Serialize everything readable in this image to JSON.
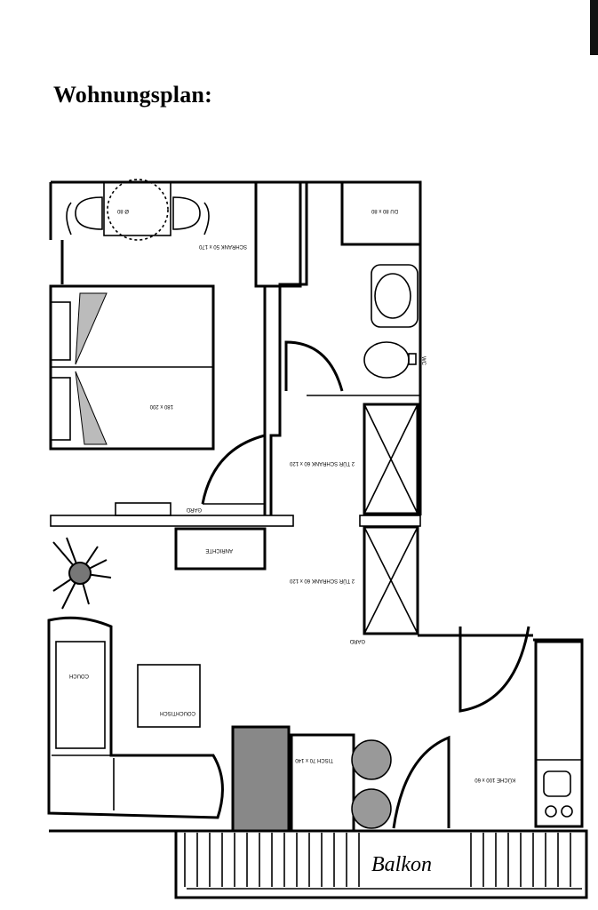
{
  "title": "Wohnungsplan:",
  "labels": {
    "table": "Ø 80",
    "bed": "180 x 200",
    "wardrobe_top": "SCHRANK 50 x 170",
    "shower": "DU 80 x 80",
    "wc": "WC",
    "closet1": "2 TÜR SCHRANK 60 x 120",
    "closet2": "2 TÜR SCHRANK 60 x 120",
    "gard1": "GARD",
    "gard2": "GARD",
    "anrichte": "ANRICHTE",
    "couch": "COUCH",
    "couchtisch": "COUCHTISCH",
    "tisch": "TISCH 70 x 140",
    "kitchen": "KÜCHE 100 x 60",
    "balkon": "Balkon"
  }
}
